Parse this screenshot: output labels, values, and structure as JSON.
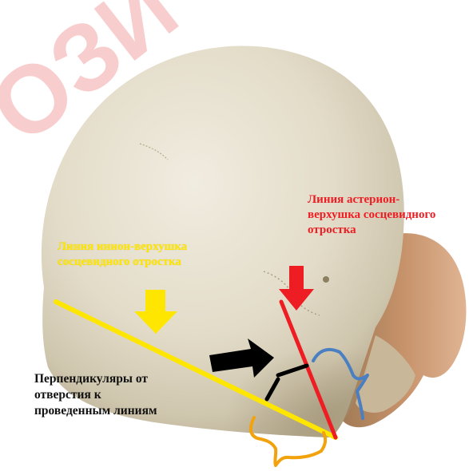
{
  "labels": {
    "yellow_line": "Линия инион-верхушка\nсосцевидного отростка",
    "red_line": "Линия астерион-\nверхушка сосцевидного\nотростка",
    "perpendiculars": "Перпендикуляры от\nотверстия к\nпроведенным линиям"
  },
  "watermark": "ОЗИ",
  "colors": {
    "yellow": "#ffe600",
    "red": "#ee1d23",
    "black": "#000000",
    "blue_bracket": "#4a7fc1",
    "orange_bracket": "#f2a20c",
    "bone": "#e6e0cf"
  }
}
